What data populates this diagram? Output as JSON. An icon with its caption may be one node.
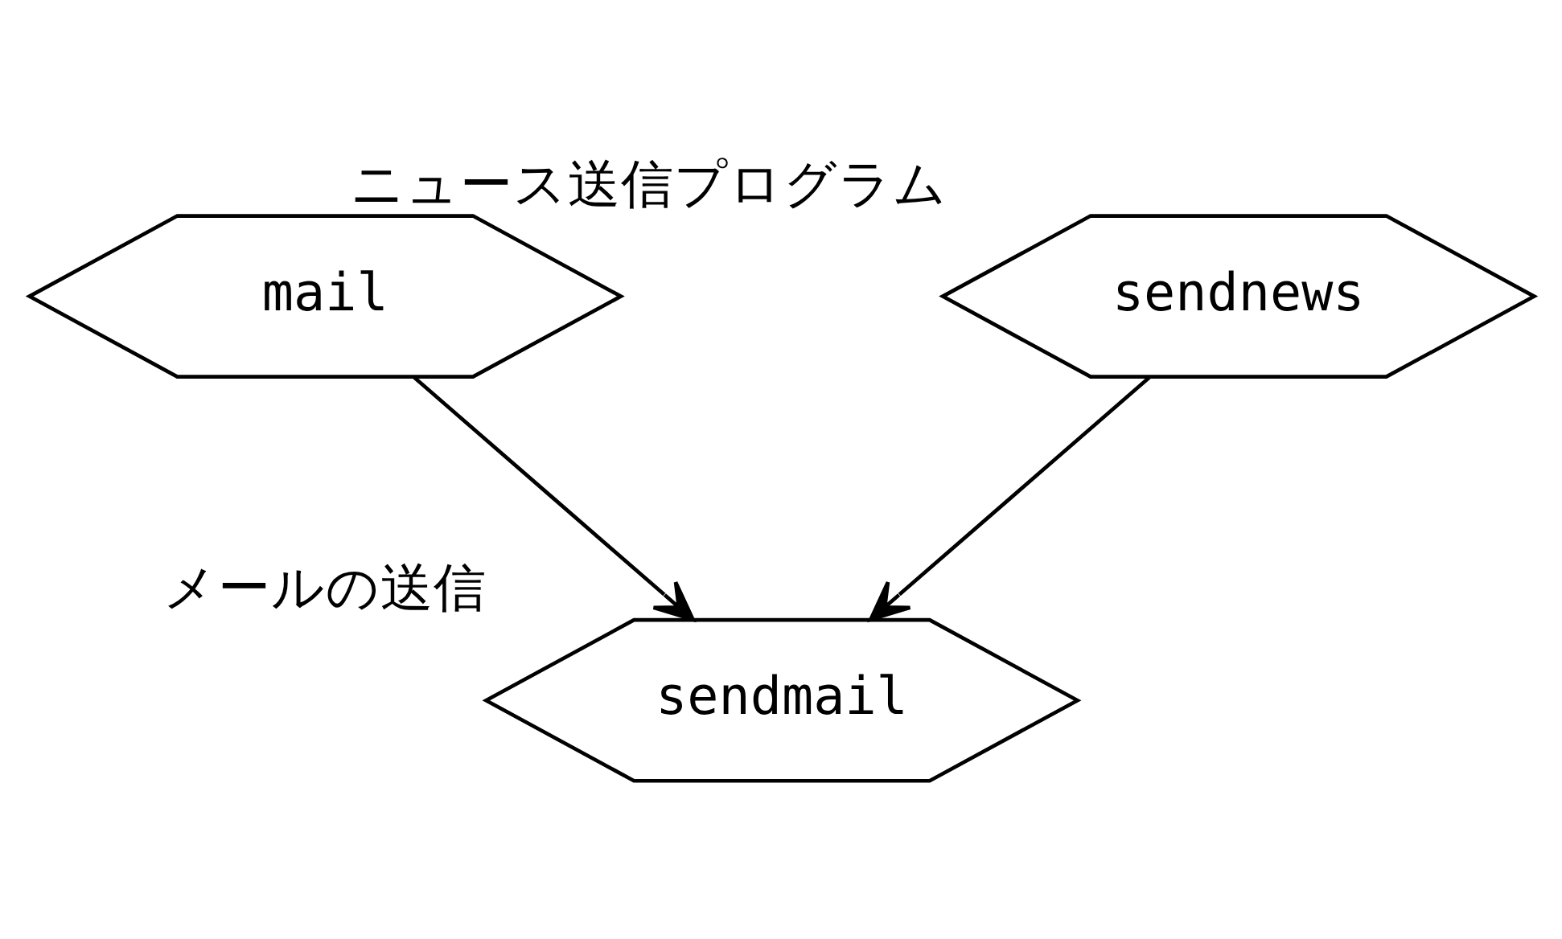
{
  "diagram": {
    "nodes": [
      {
        "text": [
          "mail"
        ]
      },
      {
        "text": [
          "sendnews"
        ],
        "beside": [
          "ニュース送信プログラム"
        ]
      },
      {
        "text": [
          "sendmail"
        ],
        "beside": [
          "メールの送信"
        ]
      }
    ],
    "edges": [
      {
        "from": 0,
        "to": 2,
        "arrow": "to"
      },
      {
        "from": 1,
        "to": 2,
        "arrow": "to"
      }
    ]
  }
}
